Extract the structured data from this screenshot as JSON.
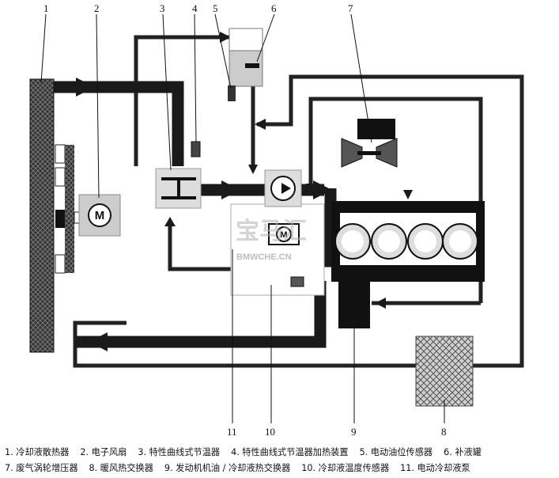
{
  "labels": {
    "n1": "1",
    "n2": "2",
    "n3": "3",
    "n4": "4",
    "n5": "5",
    "n6": "6",
    "n7": "7",
    "n8": "8",
    "n9": "9",
    "n10": "10",
    "n11": "11"
  },
  "watermark": {
    "logo": "宝马汇",
    "url": "BMWCHE.CN"
  },
  "icons": {
    "fan_motor": "M",
    "pump_motor": "M"
  },
  "legend": {
    "row1": [
      "1. 冷却液散热器",
      "2. 电子风扇",
      "3. 特性曲线式节温器",
      "4. 特性曲线式节温器加热装置",
      "5. 电动油位传感器",
      "6. 补液罐"
    ],
    "row2": [
      "7. 废气涡轮增压器",
      "8. 暖风热交换器",
      "9. 发动机机油 / 冷却液热交换器",
      "10. 冷却液温度传感器",
      "11. 电动冷却液泵"
    ]
  }
}
